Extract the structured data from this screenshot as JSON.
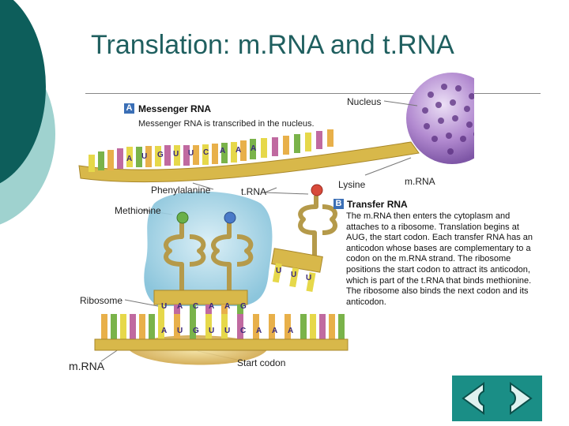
{
  "slide": {
    "title": "Translation: m.RNA and t.RNA"
  },
  "panel_a": {
    "badge": "A",
    "heading": "Messenger RNA",
    "subtext": "Messenger RNA is transcribed in the nucleus.",
    "codon_letters": [
      "A",
      "U",
      "G",
      "U",
      "U",
      "C",
      "A",
      "A",
      "A"
    ]
  },
  "panel_b": {
    "badge": "B",
    "heading": "Transfer RNA",
    "paragraph": "The m.RNA then enters the cytoplasm and attaches to a ribosome. Translation begins at AUG, the start codon. Each transfer RNA has an anticodon whose bases are complementary to a codon on the m.RNA strand. The ribosome positions the start codon to attract its anticodon, which is part of the t.RNA that binds methionine. The ribosome also binds the next codon and its anticodon."
  },
  "labels": {
    "nucleus": "Nucleus",
    "phenylalanine": "Phenylalanine",
    "trna": "t.RNA",
    "lysine": "Lysine",
    "mrna_top": "m.RNA",
    "methionine": "Methionine",
    "ribosome": "Ribosome",
    "mrna_bottom": "m.RNA",
    "start_codon": "Start codon"
  },
  "bottom_strand": {
    "anticodon_letters": [
      "U",
      "A",
      "C",
      "A",
      "A",
      "G"
    ],
    "codon_letters": [
      "A",
      "U",
      "G",
      "U",
      "U",
      "C",
      "A",
      "A",
      "A"
    ]
  },
  "lysine_trna_anticodon": [
    "U",
    "U",
    "U"
  ],
  "nav": {
    "back_icon": "back-arrow-icon",
    "forward_icon": "forward-arrow-icon"
  },
  "colors": {
    "title": "#1f5f5f",
    "deco_dark": "#0d5e5b",
    "deco_light": "#9fd2cf",
    "nav_bg": "#1a8e86",
    "badge": "#3b6fb6",
    "nucleus": "#b28ad0",
    "ribosome": "#8ecbe0",
    "backbone": "#d8b84a"
  }
}
